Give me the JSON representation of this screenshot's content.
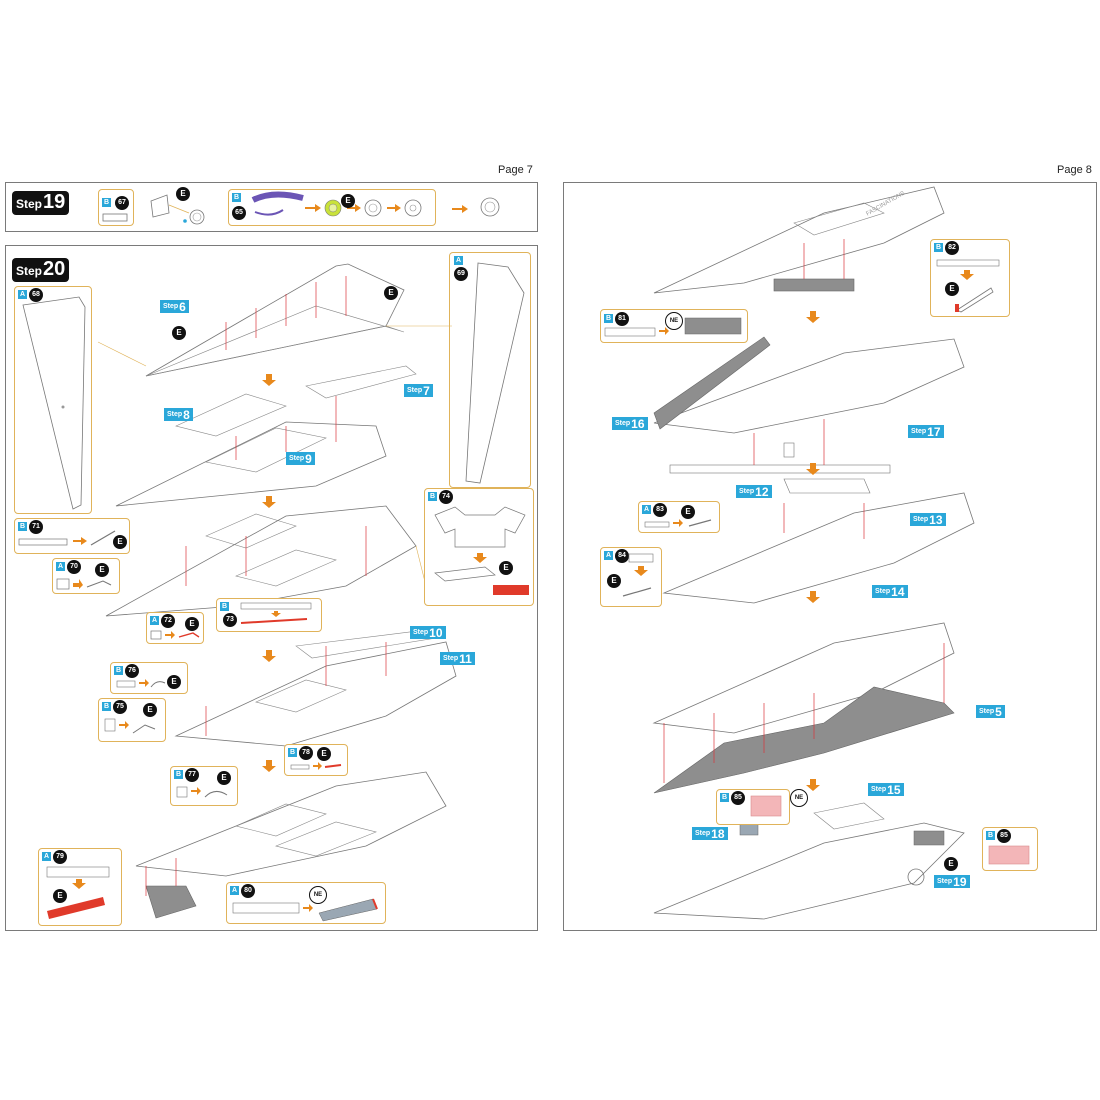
{
  "pages": {
    "left_label": "Page 7",
    "right_label": "Page 8"
  },
  "step19": {
    "word": "Step",
    "number": "19",
    "callouts": [
      {
        "letter": "B",
        "part": "67"
      },
      {
        "letter": "B",
        "part": "65"
      }
    ],
    "e_label": "E"
  },
  "step20": {
    "word": "Step",
    "number": "20",
    "panels": [
      {
        "letter": "A",
        "part": "68"
      },
      {
        "letter": "A",
        "part": "69"
      },
      {
        "letter": "B",
        "part": "71"
      },
      {
        "letter": "A",
        "part": "70"
      },
      {
        "letter": "B",
        "part": "74"
      },
      {
        "letter": "A",
        "part": "72"
      },
      {
        "letter": "B",
        "part": "73"
      },
      {
        "letter": "B",
        "part": "76"
      },
      {
        "letter": "B",
        "part": "75"
      },
      {
        "letter": "B",
        "part": "78"
      },
      {
        "letter": "B",
        "part": "77"
      },
      {
        "letter": "A",
        "part": "79"
      },
      {
        "letter": "A",
        "part": "80"
      }
    ],
    "step_refs": [
      "6",
      "7",
      "8",
      "9",
      "10",
      "11"
    ],
    "e_label": "E",
    "ne_label": "NE"
  },
  "page8": {
    "panels": [
      {
        "letter": "B",
        "part": "81"
      },
      {
        "letter": "B",
        "part": "82"
      },
      {
        "letter": "A",
        "part": "83"
      },
      {
        "letter": "A",
        "part": "84"
      },
      {
        "letter": "B",
        "part": "85"
      },
      {
        "letter": "B",
        "part": "85"
      }
    ],
    "step_refs": [
      "16",
      "17",
      "12",
      "13",
      "14",
      "5",
      "15",
      "18",
      "19"
    ],
    "e_label": "E",
    "ne_label": "NE"
  },
  "colors": {
    "accent_blue": "#2aa7d9",
    "callout_border": "#e0b35a",
    "arrow_orange": "#e8891c",
    "guide_red": "#d9343a",
    "panel_gray": "#8e8e8e",
    "sticker_pink": "#f3b6b8",
    "part_red": "#e03a2a"
  },
  "watermark": "FASCINATIONS"
}
